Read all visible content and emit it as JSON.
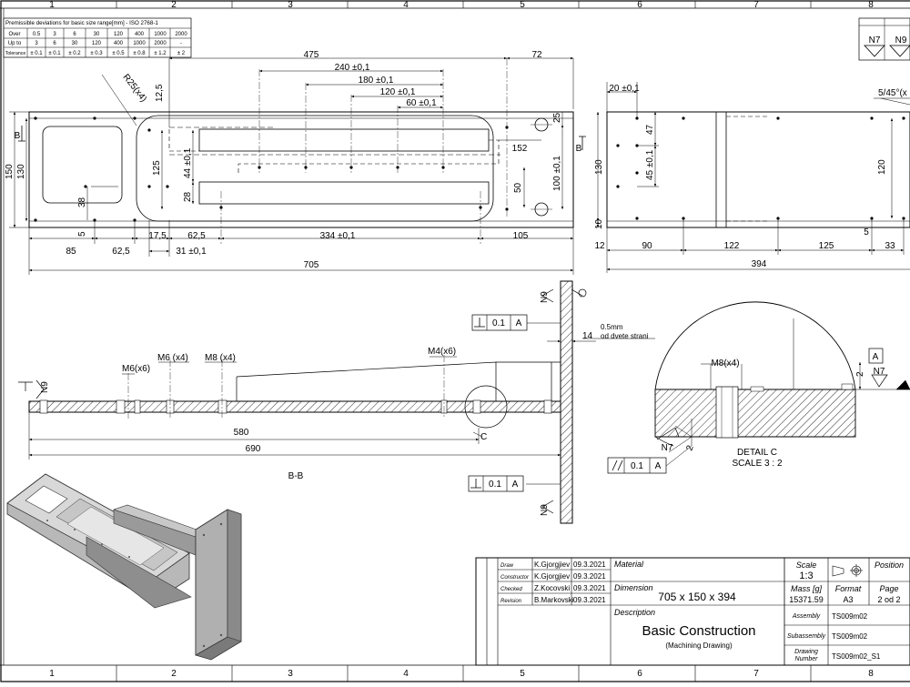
{
  "zones": {
    "columns": [
      "1",
      "2",
      "3",
      "4",
      "5",
      "6",
      "7",
      "8"
    ]
  },
  "tolerance_table": {
    "title": "Premissible deviations for basic size range[mm] - ISO 2768-1",
    "rows": [
      {
        "label": "Over",
        "cells": [
          "0.5",
          "3",
          "6",
          "30",
          "120",
          "400",
          "1000",
          "2000"
        ]
      },
      {
        "label": "Up to",
        "cells": [
          "3",
          "6",
          "30",
          "120",
          "400",
          "1000",
          "2000",
          "-"
        ]
      },
      {
        "label": "Tolerance",
        "cells": [
          "± 0.1",
          "± 0.1",
          "± 0.2",
          "± 0.3",
          "± 0.5",
          "± 0.8",
          "± 1.2",
          "± 2"
        ]
      }
    ]
  },
  "surface_symbols": {
    "top_right": [
      "N7",
      "N9"
    ],
    "section": [
      "N9",
      "N9",
      "N9"
    ],
    "detail": [
      "N7",
      "N7"
    ]
  },
  "top_view": {
    "dims": {
      "d475": "475",
      "d72": "72",
      "d240": "240 ±0,1",
      "d180": "180 ±0,1",
      "d120": "120 ±0,1",
      "d60": "60 ±0,1",
      "r25": "R25(x4)",
      "d12_5": "12,5",
      "d150": "150",
      "d130": "130",
      "d125": "125",
      "d44": "44 ±0,1",
      "d28": "28",
      "d38": "38",
      "d5a": "5",
      "d25": "25",
      "d152": "152",
      "d100": "100 ±0,1",
      "d50": "50",
      "d85": "85",
      "d62_5a": "62,5",
      "d17_5": "17,5",
      "d62_5b": "62,5",
      "d31": "31 ±0,1",
      "d334": "334 ±0,1",
      "d105": "105",
      "d705": "705",
      "sec_b1": "B",
      "sec_b2": "B"
    }
  },
  "side_view": {
    "dims": {
      "d20": "20 ±0,1",
      "d47": "47",
      "d45": "45 ±0,1",
      "d130": "130",
      "d10": "10",
      "d12": "12",
      "d90": "90",
      "d122": "122",
      "d125": "125",
      "d120": "120",
      "d5": "5",
      "d33": "33",
      "d394": "394",
      "chamfer": "5/45°(x"
    }
  },
  "section_view": {
    "label": "B-B",
    "callouts": {
      "m6": "M6(x6)",
      "m6b": "M6 (x4)",
      "m8": "M8 (x4)",
      "m4": "M4(x6)",
      "d580": "580",
      "d690": "690",
      "c": "C",
      "d14": "14",
      "note_line1": "0.5mm",
      "note_line2": "od dvete strani"
    },
    "fcf_top": {
      "value": "0.1",
      "datum": "A"
    },
    "fcf_bottom": {
      "value": "0.1",
      "datum": "A"
    }
  },
  "detail_view": {
    "m8": "M8(x4)",
    "datum": "A",
    "d2a": "2",
    "d2b": "2",
    "title": "DETAIL C",
    "scale": "SCALE 3 : 2",
    "fcf": {
      "value": "0.1",
      "datum": "A"
    }
  },
  "title_block": {
    "roles": [
      {
        "role": "Draw",
        "name": "K.Gjorgjiev",
        "date": "09.3.2021"
      },
      {
        "role": "Constructor",
        "name": "K.Gjorgjiev",
        "date": "09.3.2021"
      },
      {
        "role": "Checked",
        "name": "Z.Kocovski",
        "date": "09.3.2021"
      },
      {
        "role": "Revision",
        "name": "B.Markovski",
        "date": "09.3.2021"
      }
    ],
    "material_label": "Material",
    "dimension_label": "Dimension",
    "dimension_value": "705 x 150 x 394",
    "description_label": "Description",
    "description_title": "Basic Construction",
    "description_sub": "(Machining Drawing)",
    "scale_label": "Scale",
    "scale_value": "1:3",
    "position_label": "Position",
    "mass_label": "Mass [g]",
    "mass_value": "15371.59",
    "format_label": "Format",
    "format_value": "A3",
    "page_label": "Page",
    "page_value": "2 od 2",
    "assembly_label": "Assembly",
    "assembly_value": "TS009m02",
    "subassembly_label": "Subassembly",
    "subassembly_value": "TS009m02",
    "drawing_label_1": "Drawing",
    "drawing_label_2": "Number",
    "drawing_value": "TS009m02_S1"
  }
}
